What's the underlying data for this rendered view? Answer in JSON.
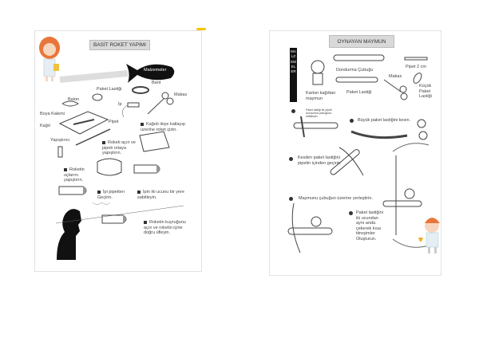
{
  "left_page": {
    "title": "BASİT ROKET YAPIMI",
    "materials_label": "Malzemeler",
    "materials": {
      "tape": "Bant",
      "scissors": "Makas",
      "rubber_band": "Paket Lastiği",
      "balloon": "Balon",
      "string": "İp",
      "crayon": "Boya Kalemi",
      "paper": "Kağıt",
      "straw": "Pipet",
      "glue": "Yapıştırıcı"
    },
    "steps": [
      "Kağıdı ikiye katlayıp üzerine roket çizin.",
      "Roketi açın ve pipeti ortaya yapıştırın.",
      "Roketin uçlarını yapıştırın.",
      "İpi pipetten Geçirin.",
      "İpin iki ucunu bir yere sabitleyin.",
      "Roketin kuyruğunu açın ve roketin içine doğru üfleyin."
    ]
  },
  "right_page": {
    "title": "OYNAYAN MAYMUN",
    "materials_label": "MALZEMELER",
    "materials": {
      "stick": "Dondurma Çubuğu",
      "straw": "Pipet 2 cm",
      "scissors": "Makas",
      "monkey": "Karton kağıttan maymun",
      "rubber_band": "Paket Lastiği",
      "small_band": "Küçük Paket Lastiği"
    },
    "steps": [
      "Paket lastiği ile pipeti dondurma çubuğuna sabitleyin.",
      "Büyük paket lastiğini kesin.",
      "Kesilen paket lastiğini pipetin içinden geçirin.",
      "Maymunu çubuğun üzerine yerleştirin.",
      "Paket lastiğini iki ucundan aynı anda çekerek kısa titreşimler Oluşturun."
    ]
  }
}
